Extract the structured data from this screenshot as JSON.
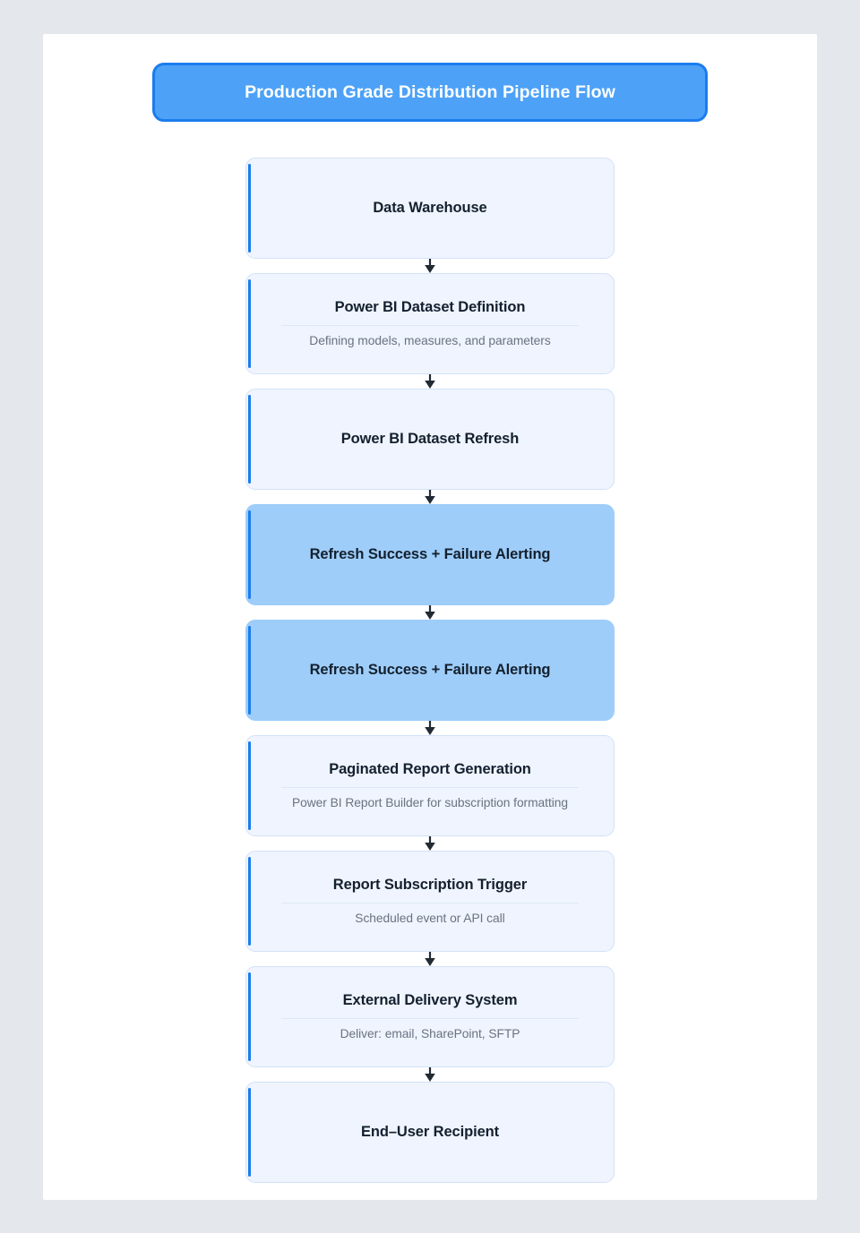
{
  "diagram": {
    "title": "Production Grade Distribution Pipeline Flow",
    "accent_color": "#1b7ced",
    "title_fill_color": "#4da2f7",
    "node_fill_color": "#eff4fe",
    "node_highlight_color": "#9ecdf9",
    "page_background": "#e4e8ec",
    "canvas_background": "#ffffff",
    "orientation": "top-to-bottom",
    "connector_style": "arrow",
    "nodes": [
      {
        "id": "data-warehouse",
        "title": "Data Warehouse",
        "subtitle": "",
        "highlighted": false
      },
      {
        "id": "power-bi-dataset-definition",
        "title": "Power BI Dataset Definition",
        "subtitle": "Defining models, measures, and parameters",
        "highlighted": false
      },
      {
        "id": "power-bi-dataset-refresh",
        "title": "Power BI Dataset Refresh",
        "subtitle": "",
        "highlighted": false
      },
      {
        "id": "refresh-alerting-1",
        "title": "Refresh Success + Failure Alerting",
        "subtitle": "",
        "highlighted": true
      },
      {
        "id": "refresh-alerting-2",
        "title": "Refresh Success + Failure Alerting",
        "subtitle": "",
        "highlighted": true
      },
      {
        "id": "paginated-report-generation",
        "title": "Paginated Report Generation",
        "subtitle": "Power BI Report Builder for subscription formatting",
        "highlighted": false
      },
      {
        "id": "report-subscription-trigger",
        "title": "Report Subscription Trigger",
        "subtitle": "Scheduled event or API call",
        "highlighted": false
      },
      {
        "id": "external-delivery-system",
        "title": "External Delivery System",
        "subtitle": "Deliver: email, SharePoint, SFTP",
        "highlighted": false
      },
      {
        "id": "end-user-recipient",
        "title": "End–User Recipient",
        "subtitle": "",
        "highlighted": false
      }
    ]
  }
}
